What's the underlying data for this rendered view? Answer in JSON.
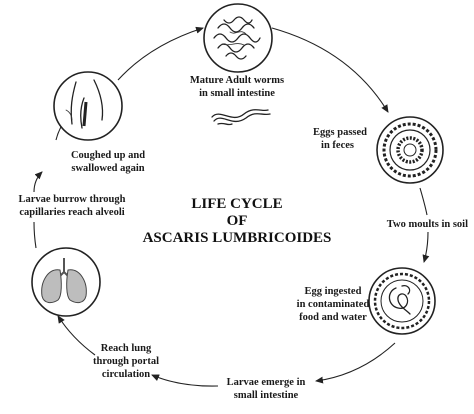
{
  "title": {
    "line1": "LIFE CYCLE",
    "line2": "OF",
    "line3": "ASCARIS LUMBRICOIDES"
  },
  "stages": {
    "adult_worms": {
      "line1": "Mature Adult worms",
      "line2": "in small intestine"
    },
    "eggs_feces": {
      "line1": "Eggs passed",
      "line2": "in feces"
    },
    "moults": {
      "line1": "Two moults in soil"
    },
    "egg_ingested": {
      "line1": "Egg ingested",
      "line2": "in contaminated",
      "line3": "food and water"
    },
    "larvae_emerge": {
      "line1": "Larvae emerge in",
      "line2": "small intestine"
    },
    "reach_lung": {
      "line1": "Reach lung",
      "line2": "through portal",
      "line3": "circulation"
    },
    "larvae_burrow": {
      "line1": "Larvae burrow through",
      "line2": "capillaries reach alveoli"
    },
    "coughed": {
      "line1": "Coughed up and",
      "line2": "swallowed again"
    }
  },
  "icons": {
    "worm_cluster": "coiled-worms-icon",
    "single_worm": "adult-worm-icon",
    "fertilized_egg": "egg-icon",
    "embryonated_egg": "larva-egg-icon",
    "lungs": "lungs-icon",
    "throat": "throat-icon"
  }
}
